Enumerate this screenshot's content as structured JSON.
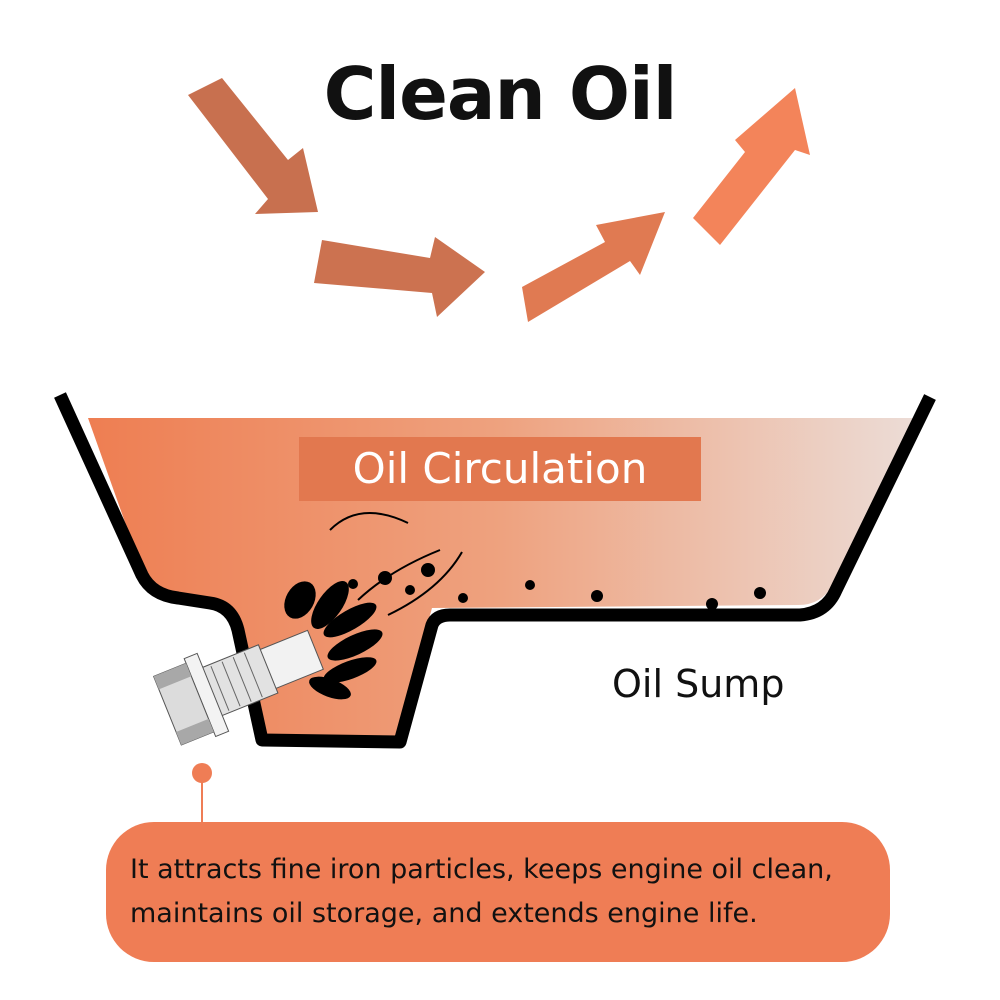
{
  "title": "Clean Oil",
  "circulation_label": "Oil Circulation",
  "sump_label": "Oil Sump",
  "callout": {
    "line1": "It attracts fine iron particles, keeps engine oil clean,",
    "line2": "maintains oil storage, and extends engine life."
  },
  "colors": {
    "accent": "#ef7d55",
    "arrow_dark": "#c8704f",
    "arrow_light": "#f3845a",
    "outline": "#000000"
  }
}
